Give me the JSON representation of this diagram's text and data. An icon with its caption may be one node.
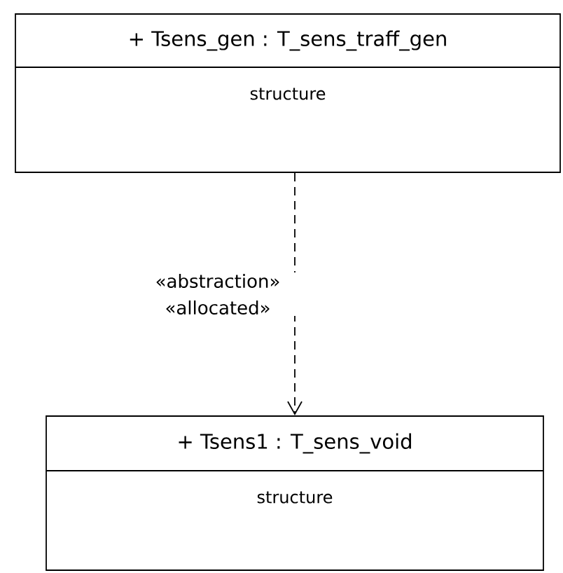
{
  "diagram": {
    "nodes": [
      {
        "text": [
          "+ Tsens_gen : T_sens_traff_gen",
          "structure"
        ]
      },
      {
        "text": [
          "+ Tsens1 : T_sens_void",
          "structure"
        ]
      }
    ],
    "edges": [
      {
        "from": 0,
        "to": 1,
        "arrow": "to",
        "style": "dashed",
        "label": "«abstraction» «allocated»"
      }
    ]
  }
}
